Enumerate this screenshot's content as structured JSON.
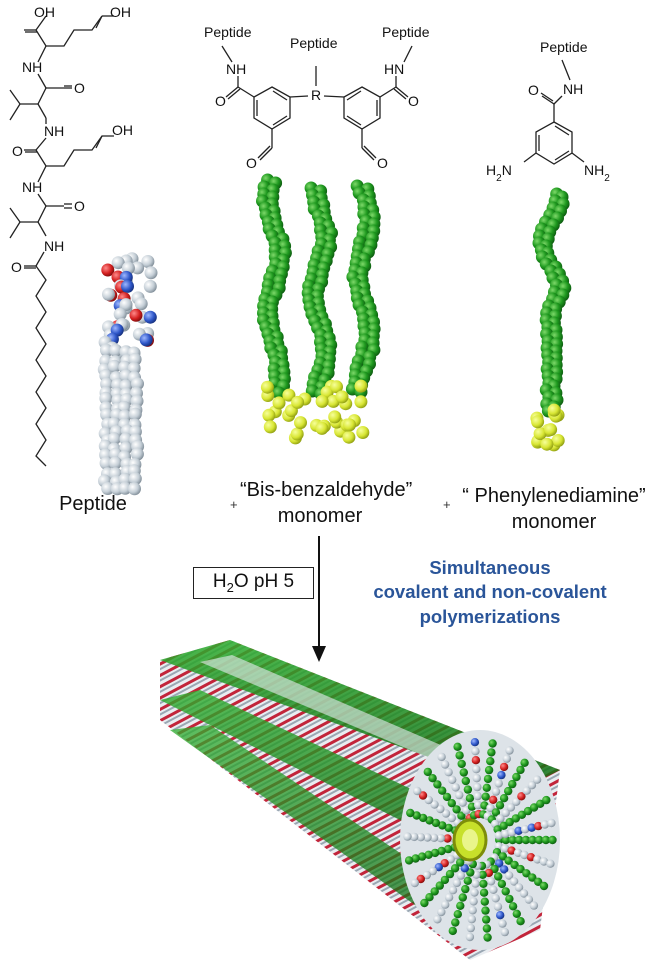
{
  "structures": {
    "peptide_molecule": {
      "atoms": [
        "OH",
        "OH",
        "NH",
        "O",
        "NH",
        "OH",
        "O",
        "NH",
        "O",
        "NH",
        "O"
      ]
    },
    "bis_benzaldehyde": {
      "peptide_left": "Peptide",
      "peptide_mid": "Peptide",
      "peptide_right": "Peptide",
      "nh_left": "NH",
      "nh_right": "HN",
      "r": "R",
      "o_left": "O",
      "o_right": "O",
      "cho_left": "O",
      "cho_right": "O"
    },
    "phenylenediamine": {
      "peptide": "Peptide",
      "nh": "NH",
      "o": "O",
      "h2n": "H2N",
      "nh2": "NH2"
    }
  },
  "labels": {
    "peptide": "Peptide",
    "bis_line1": "“Bis-benzaldehyde”",
    "bis_line2": "monomer",
    "phen_line1": "“ Phenylenediamine”",
    "phen_line2": "monomer",
    "plus1": "+",
    "plus2": "+"
  },
  "condition": {
    "text": "H2O pH 5"
  },
  "process": {
    "line1": "Simultaneous",
    "line2": "covalent and non-covalent",
    "line3": "polymerizations"
  },
  "colors": {
    "green": "#1f9a1f",
    "yellow": "#d8e634",
    "blue_text": "#2a5599",
    "oxygen": "#d42020",
    "nitrogen": "#2f57c9",
    "carbon_grey": "#b7c2cc"
  }
}
